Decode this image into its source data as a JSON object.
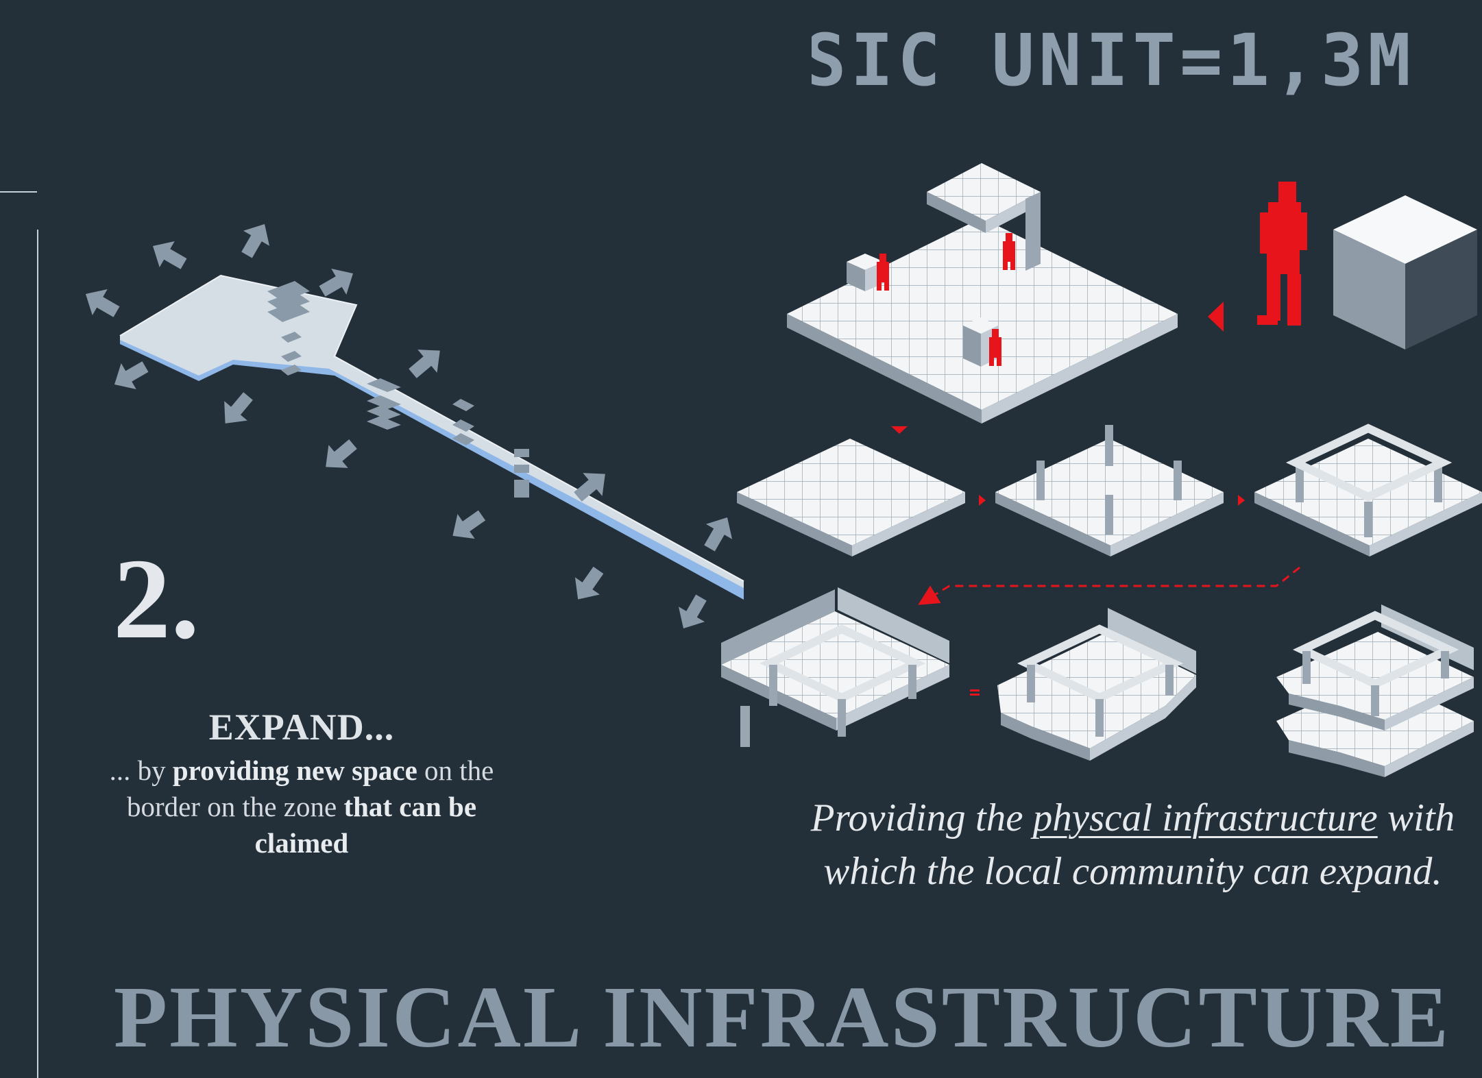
{
  "unit_title": "BASIC UNIT=1,3M",
  "step": {
    "number": "2.",
    "heading": "EXPAND...",
    "desc_part1": "... by ",
    "desc_bold1": "providing new space",
    "desc_part2": " on the border on the zone ",
    "desc_bold2": "that can be claimed"
  },
  "caption": {
    "part1": "Providing the ",
    "underlined": "physcal infrastructure",
    "part2": " with which the local community can expand."
  },
  "main_title": "PHYSICAL INFRASTRUCTURE",
  "colors": {
    "background": "#232f39",
    "accent_red": "#e8141c",
    "platform_light": "#d5dde5",
    "platform_edge_blue": "#8fb8e8",
    "arrow_grey": "#8a9aa8",
    "title_grey": "#8898a6"
  }
}
